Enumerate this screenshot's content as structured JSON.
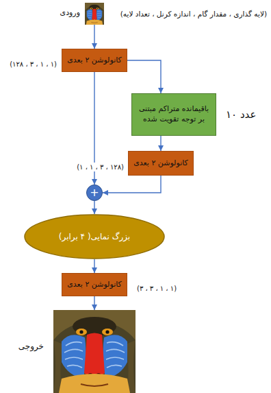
{
  "diagram": {
    "nodes": [
      {
        "text": [
          "ورودی"
        ]
      },
      {
        "text": [
          "کانولوشن ۲ بعدی"
        ]
      },
      {
        "text": [
          "باقیمانده متراکم مبتنی بر توجه تقویت شده"
        ]
      },
      {
        "text": [
          "کانولوشن ۲ بعدی"
        ]
      },
      {
        "text": [
          "+"
        ]
      },
      {
        "text": [
          "بزرگ نمایی( ۴ برابر)"
        ]
      },
      {
        "text": [
          "کانولوشن ۲ بعدی"
        ]
      },
      {
        "text": [
          "خروجی"
        ]
      }
    ],
    "edges": [
      {
        "from": 0,
        "to": 1,
        "arrow": "to"
      },
      {
        "from": 1,
        "to": 2,
        "arrow": "to"
      },
      {
        "from": 1,
        "to": 4,
        "arrow": "to"
      },
      {
        "from": 2,
        "to": 3,
        "arrow": "to"
      },
      {
        "from": 3,
        "to": 4,
        "arrow": "to"
      },
      {
        "from": 4,
        "to": 5,
        "arrow": "to"
      },
      {
        "from": 5,
        "to": 6,
        "arrow": "to"
      },
      {
        "from": 6,
        "to": 7,
        "arrow": "to"
      }
    ],
    "labels": [
      "(لایه گذاری ، مقدار گام ، اندازه کرنل ، تعداد لایه)",
      "(۱۲۸ ، ۳ ، ۱ ، ۱)",
      "۱۰ عدد",
      "(۱ ، ۱ ، ۳ ، ۱۲۸)",
      "(۳ ، ۳ ، ۱ ، ۱)"
    ]
  }
}
